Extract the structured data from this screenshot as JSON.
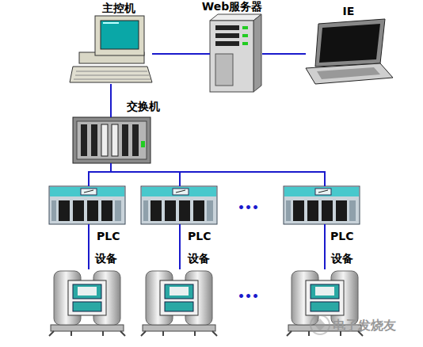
{
  "diagram": {
    "nodes": [
      {
        "text": [
          "主控机"
        ]
      },
      {
        "text": [
          "Web服务器"
        ]
      },
      {
        "text": [
          "IE"
        ]
      },
      {
        "text": [
          "交换机"
        ]
      },
      {
        "text": [
          "PLC"
        ]
      },
      {
        "text": [
          "PLC"
        ]
      },
      {
        "text": [
          "PLC"
        ]
      },
      {
        "text": [
          "设备"
        ]
      },
      {
        "text": [
          "设备"
        ]
      },
      {
        "text": [
          "设备"
        ]
      }
    ],
    "edges": [
      {
        "from": 0,
        "to": 1,
        "arrow": "none"
      },
      {
        "from": 1,
        "to": 2,
        "arrow": "none"
      },
      {
        "from": 0,
        "to": 3,
        "arrow": "none"
      },
      {
        "from": 3,
        "to": 4,
        "arrow": "none"
      },
      {
        "from": 3,
        "to": 5,
        "arrow": "none"
      },
      {
        "from": 3,
        "to": 6,
        "arrow": "none"
      },
      {
        "from": 4,
        "to": 7,
        "arrow": "none"
      },
      {
        "from": 5,
        "to": 8,
        "arrow": "none"
      },
      {
        "from": 6,
        "to": 9,
        "arrow": "none"
      }
    ],
    "labels": [
      "•••",
      "•••",
      "电子发烧友"
    ]
  }
}
